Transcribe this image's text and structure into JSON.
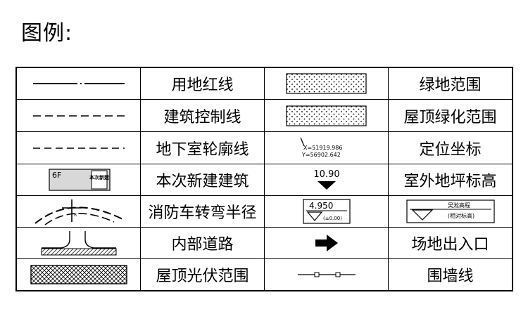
{
  "title": "图例:",
  "rows": [
    {
      "left_label": "用地红线",
      "right_label": "绿地范围"
    },
    {
      "left_label": "建筑控制线",
      "right_label": "屋顶绿化范围"
    },
    {
      "left_label": "地下室轮廓线",
      "right_label": "定位坐标"
    },
    {
      "left_label": "本次新建建筑",
      "right_label": "室外地坪标高"
    },
    {
      "left_label": "消防车转弯半径",
      "right_label": ""
    },
    {
      "left_label": "内部道路",
      "right_label": "场地出入口"
    },
    {
      "left_label": "屋顶光伏范围",
      "right_label": "围墙线"
    }
  ],
  "symbols": {
    "coord_x": "X=51919.986",
    "coord_y": "Y=56902.642",
    "building_floors": "6F",
    "building_tag": "本次新建",
    "ground_elev": "10.90",
    "floor_elev": "4.950",
    "floor_elev_sub": "(±0.00)",
    "relative_elev_title": "吴淞高程",
    "relative_elev_sub": "(相对标高)"
  }
}
